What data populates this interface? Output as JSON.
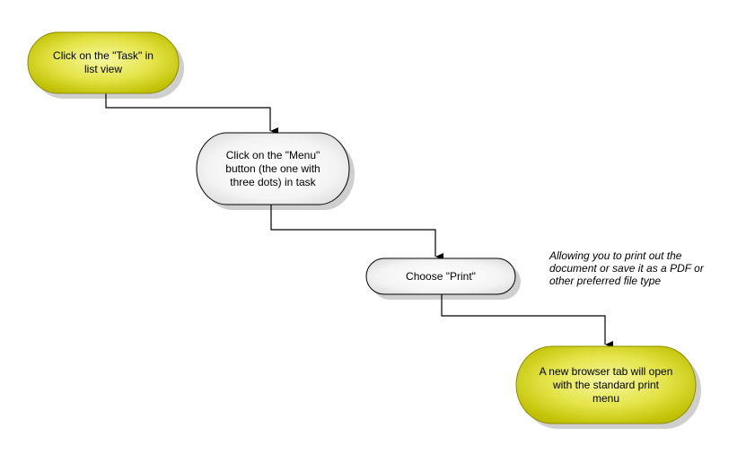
{
  "nodes": [
    {
      "id": "start",
      "lines": [
        "Click on the \"Task\" in",
        "list view"
      ],
      "style": "yellow"
    },
    {
      "id": "menu",
      "lines": [
        "Click on the \"Menu\"",
        "button (the one with",
        "three dots) in task"
      ],
      "style": "white"
    },
    {
      "id": "print",
      "lines": [
        "Choose \"Print\""
      ],
      "style": "white"
    },
    {
      "id": "end",
      "lines": [
        "A new browser tab will open",
        "with the standard print",
        "menu"
      ],
      "style": "yellow"
    }
  ],
  "note": {
    "lines": [
      "Allowing you to print out the",
      "document or save it as a PDF or",
      "other preferred file type"
    ]
  },
  "colors": {
    "yellow_fill": "#cccc00",
    "yellow_highlight": "#f4f48c",
    "white_fill": "#ffffff",
    "white_shade": "#e6e6e6",
    "shadow": "#cfcfcf",
    "connector": "#000000"
  }
}
